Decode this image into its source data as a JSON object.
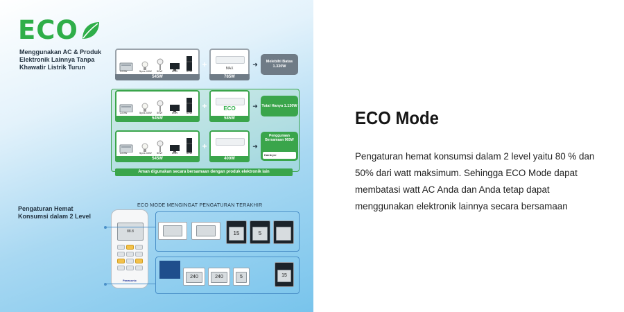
{
  "infographic": {
    "logo_text": "ECO",
    "description": "Menggunakan AC & Produk Elektronik Lainnya Tanpa Khawatir Listrik Turun",
    "appliance_labels": [
      "220W",
      "5pcs 40W",
      "50W",
      "80W",
      "60W"
    ],
    "scenarios": [
      {
        "products_total": "545W",
        "ac_label": "MAX",
        "ac_total": "785W",
        "result": "Melebihi Batas 1.330W",
        "style": "gray"
      },
      {
        "products_total": "545W",
        "ac_label": "ECO",
        "ac_total": "585W",
        "result": "Total Hanya 1.130W",
        "style": "green"
      },
      {
        "products_total": "545W",
        "ac_label": "",
        "ac_total": "400W",
        "result": "Penggunaan Bersamaan 965W",
        "result_extra": "Hairdryer",
        "style": "green"
      }
    ],
    "banner": "Aman digunakan secara bersamaan dengan produk elektronik lain",
    "level_label": "Pengaturan Hemat Konsumsi dalam 2 Level",
    "memory_title": "ECO MODE MENGINGAT PENGATURAN TERAKHIR",
    "remote_brand": "Panasonic",
    "remote_screen": "88.8",
    "lcd_values": [
      "15",
      "5",
      "240",
      "240",
      "5",
      "15"
    ]
  },
  "content": {
    "title": "ECO Mode",
    "body": "Pengaturan hemat konsumsi dalam 2 level yaitu 80 % dan 50% dari watt maksimum. Sehingga ECO Mode dapat membatasi watt AC Anda dan Anda tetap dapat menggunakan elektronik lainnya secara bersamaan"
  },
  "colors": {
    "eco_green": "#2fae49",
    "gray_box": "#6f7b86",
    "sky_blue": "#78c4ec",
    "title_text": "#151515",
    "body_text": "#222222"
  }
}
